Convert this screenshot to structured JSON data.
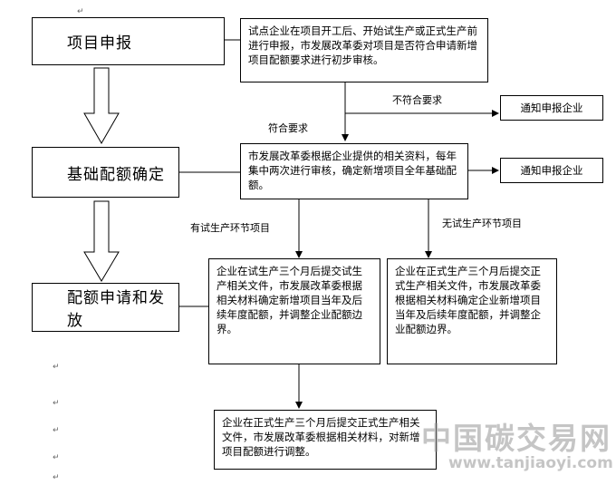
{
  "stages": {
    "project_declaration": "项目申报",
    "base_quota": "基础配额确定",
    "quota_application": "配额申请和发放"
  },
  "steps": {
    "initial_review": "试点企业在项目开工后、开始试生产或正式生产前进行申报，市发展改革委对项目是否符合申请新增项目配额要求进行初步审核。",
    "base_quota_review": "市发展改革委根据企业提供的相关资料，每年集中两次进行审核，确定新增项目全年基础配额。",
    "trial_branch": "企业在试生产三个月后提交试生产相关文件，市发展改革委根据相关材料确定新增项目当年及后续年度配额，并调整企业配额边界。",
    "formal_branch": "企业在正式生产三个月后提交正式生产相关文件，市发展改革委根据相关材料确定企业新增项目当年及后续年度配额，并调整企业配额边界。",
    "final_adjust": "企业在正式生产三个月后提交正式生产相关文件，市发展改革委根据相关材料，对新增项目配额进行调整。"
  },
  "notify": {
    "after_review": "通知申报企业",
    "after_base": "通知申报企业"
  },
  "labels": {
    "not_meet": "不符合要求",
    "meet": "符合要求",
    "with_trial": "有试生产环节项目",
    "without_trial": "无试生产环节项目"
  },
  "paragraph_mark": "↵",
  "watermark": {
    "title": "中国碳交易网",
    "url": "www.tanjiaoyi.com"
  },
  "colors": {
    "line": "#000000",
    "background": "#ffffff",
    "watermark": "#969696"
  }
}
